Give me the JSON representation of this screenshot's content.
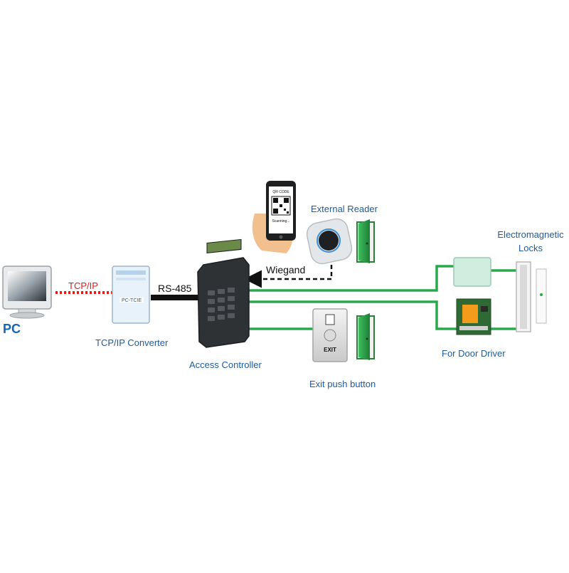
{
  "labels": {
    "pc": "PC",
    "tcp_ip": "TCP/IP",
    "tcp_ip_converter": "TCP/IP Converter",
    "rs485": "RS-485",
    "access_controller": "Access Controller",
    "wiegand": "Wiegand",
    "external_reader": "External Reader",
    "exit_push_button": "Exit push button",
    "electromagnetic_locks_line1": "Electromagnetic",
    "electromagnetic_locks_line2": "Locks",
    "for_door_driver": "For Door Driver"
  },
  "device_text": {
    "phone_qr": "QR CODE",
    "phone_scanning": "Scanning...",
    "exit_plate": "EXIT",
    "converter_brand": "PC-TCIE"
  },
  "colors": {
    "label_blue": "#1d5c9a",
    "pc_blue": "#1565b8",
    "tcp_red": "#d62020",
    "wire_green": "#2aa84a",
    "door_green": "#1f8a3c",
    "rs485_black": "#111111"
  }
}
